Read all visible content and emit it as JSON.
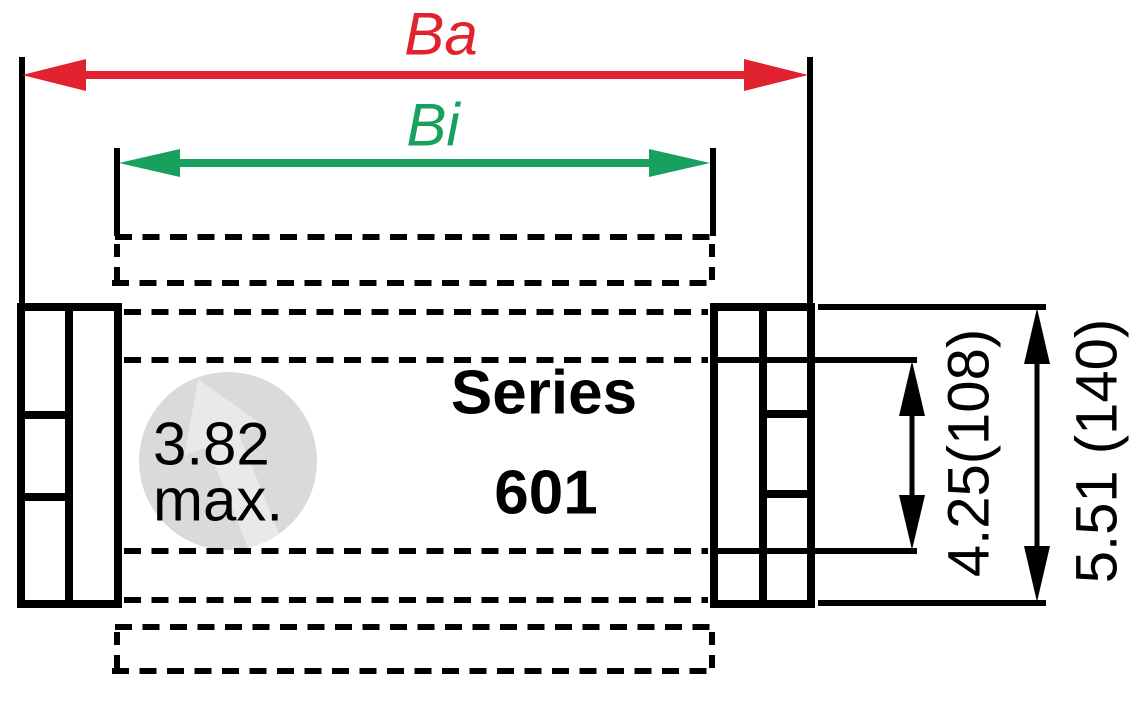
{
  "drawing": {
    "dimensions": {
      "outer_width_label": "Ba",
      "inner_width_label": "Bi",
      "inner_height_label": "4.25(108)",
      "outer_height_label": "5.51 (140)"
    },
    "series": {
      "line1": "Series",
      "line2": "601"
    },
    "pitch_badge": {
      "value": "3.82",
      "suffix": "max."
    },
    "colors": {
      "outer_width": "#e0232e",
      "inner_width": "#17a05e",
      "line": "#000000",
      "badge_fill": "#dadada",
      "badge_watermark": "#e9e9e9"
    }
  }
}
